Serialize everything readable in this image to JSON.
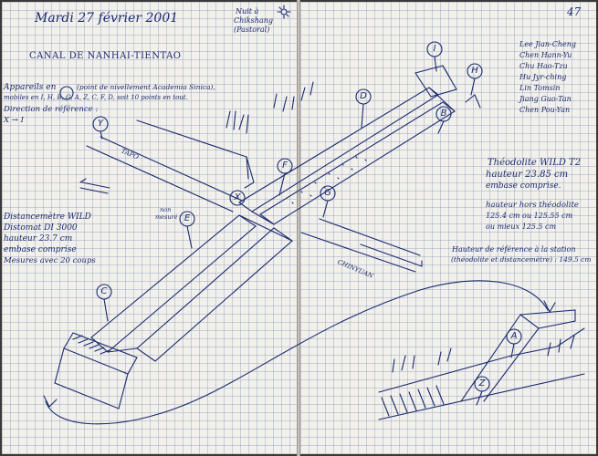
{
  "date": "Mardi 27 février 2001",
  "page_number": "47",
  "night_note": [
    "Nuit à",
    "Chikshang",
    "(Pastoral)"
  ],
  "title": "CANAL DE NANHAI-TIENTAO",
  "devices_note": [
    "Appareils en",
    "(point de nivellement Academia Sinica),",
    "mobiles en I, H, B, G, A, Z, C, F, D, soit 10 points en tout.",
    "Direction de référence :",
    "X → I"
  ],
  "team": [
    "Lee Jian-Cheng",
    "Chen Hann-Yu",
    "Chu Hao-Tzu",
    "Hu Jyr-ching",
    "Lin Tomsin",
    "Jiang Guo-Tan",
    "Chen Pou-Yan"
  ],
  "theodolite_note": [
    "Théodolite WILD T2",
    "hauteur 23.85 cm",
    "embase comprise.",
    "",
    "hauteur hors théodolite",
    "125.4 cm ou 125.55 cm",
    "ou mieux 125.5 cm"
  ],
  "reference_height": [
    "Hauteur de référence à la station",
    "(théodolite et distancemètre) : 149.5 cm"
  ],
  "distancemeter_note": [
    "Distancemètre WILD",
    "Distomat DI 3000",
    "hauteur 23.7 cm",
    "embase comprise",
    "Mesures avec 20 coups"
  ],
  "labels": {
    "tapo": "TAPO",
    "chinyuan": "CHINYUAN",
    "non_mesure": [
      "non",
      "mesuré"
    ]
  },
  "points": [
    "I",
    "H",
    "D",
    "B",
    "Y",
    "F",
    "X",
    "G",
    "E",
    "C",
    "A",
    "Z"
  ]
}
